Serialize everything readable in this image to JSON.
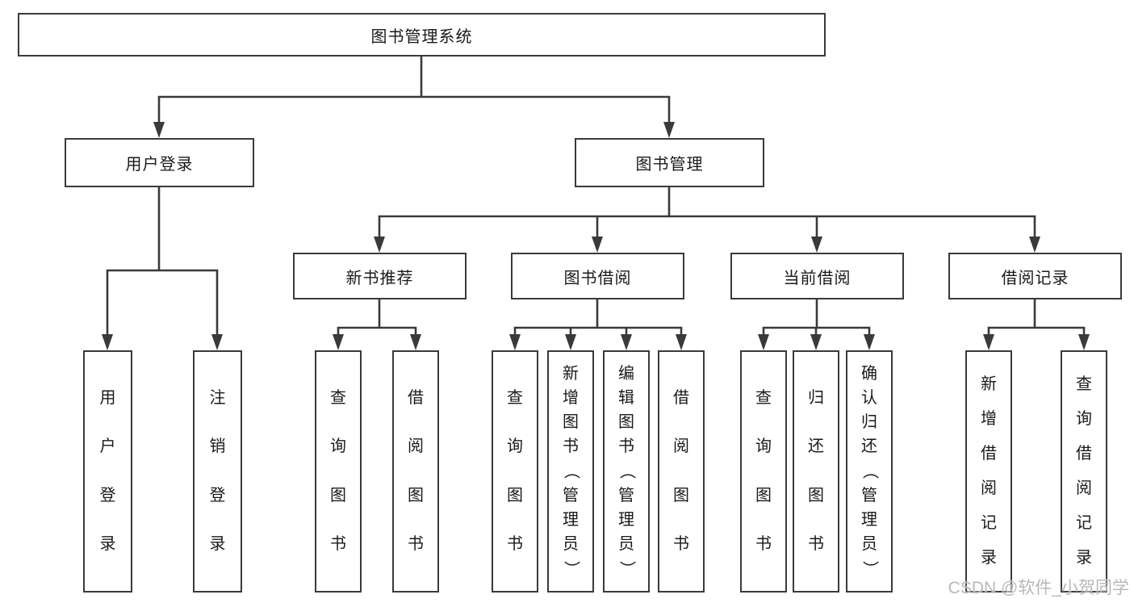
{
  "diagram": {
    "root": {
      "label": "图书管理系统"
    },
    "level1": {
      "user_login": {
        "label": "用户登录"
      },
      "book_mgmt": {
        "label": "图书管理"
      }
    },
    "level2": {
      "new_book_rec": {
        "label": "新书推荐"
      },
      "book_borrow": {
        "label": "图书借阅"
      },
      "current_borrow": {
        "label": "当前借阅"
      },
      "borrow_records": {
        "label": "借阅记录"
      }
    },
    "leaves": {
      "user_login_leaf": {
        "label": "用户登录"
      },
      "logout_leaf": {
        "label": "注销登录"
      },
      "rec_query_books": {
        "label": "查询图书"
      },
      "rec_borrow_books": {
        "label": "借阅图书"
      },
      "borrow_query_books": {
        "label": "查询图书"
      },
      "borrow_add_books": {
        "label": "新增图书（管理员）"
      },
      "borrow_edit_books": {
        "label": "编辑图书（管理员）"
      },
      "borrow_borrow_books": {
        "label": "借阅图书"
      },
      "cur_query_books": {
        "label": "查询图书"
      },
      "cur_return_books": {
        "label": "归还图书"
      },
      "cur_confirm_return": {
        "label": "确认归还（管理员）"
      },
      "records_add": {
        "label": "新增借阅记录"
      },
      "records_query": {
        "label": "查询借阅记录"
      }
    }
  },
  "watermark": {
    "text": "CSDN @软件_小贺同学"
  },
  "colors": {
    "line": "#3a3a3a",
    "text": "#1a1a1a",
    "watermark": "#b8b8b8"
  }
}
